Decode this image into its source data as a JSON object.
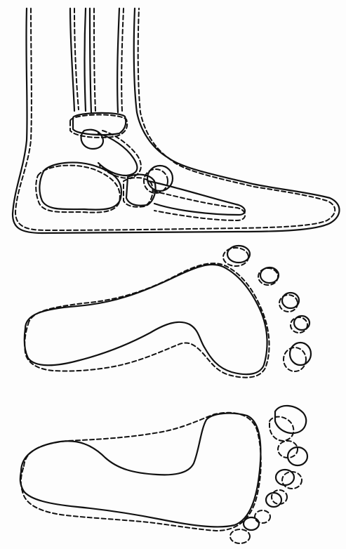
{
  "figure": {
    "panels": [
      {
        "name": "lateral-foot-skeleton",
        "contours": [
          "solid",
          "dashed"
        ]
      },
      {
        "name": "footprint-upper",
        "contours": [
          "solid",
          "dashed"
        ]
      },
      {
        "name": "footprint-lower",
        "contours": [
          "solid",
          "dashed"
        ]
      }
    ],
    "colors": {
      "ink": "#111111",
      "paper": "#fdfdfd"
    }
  }
}
